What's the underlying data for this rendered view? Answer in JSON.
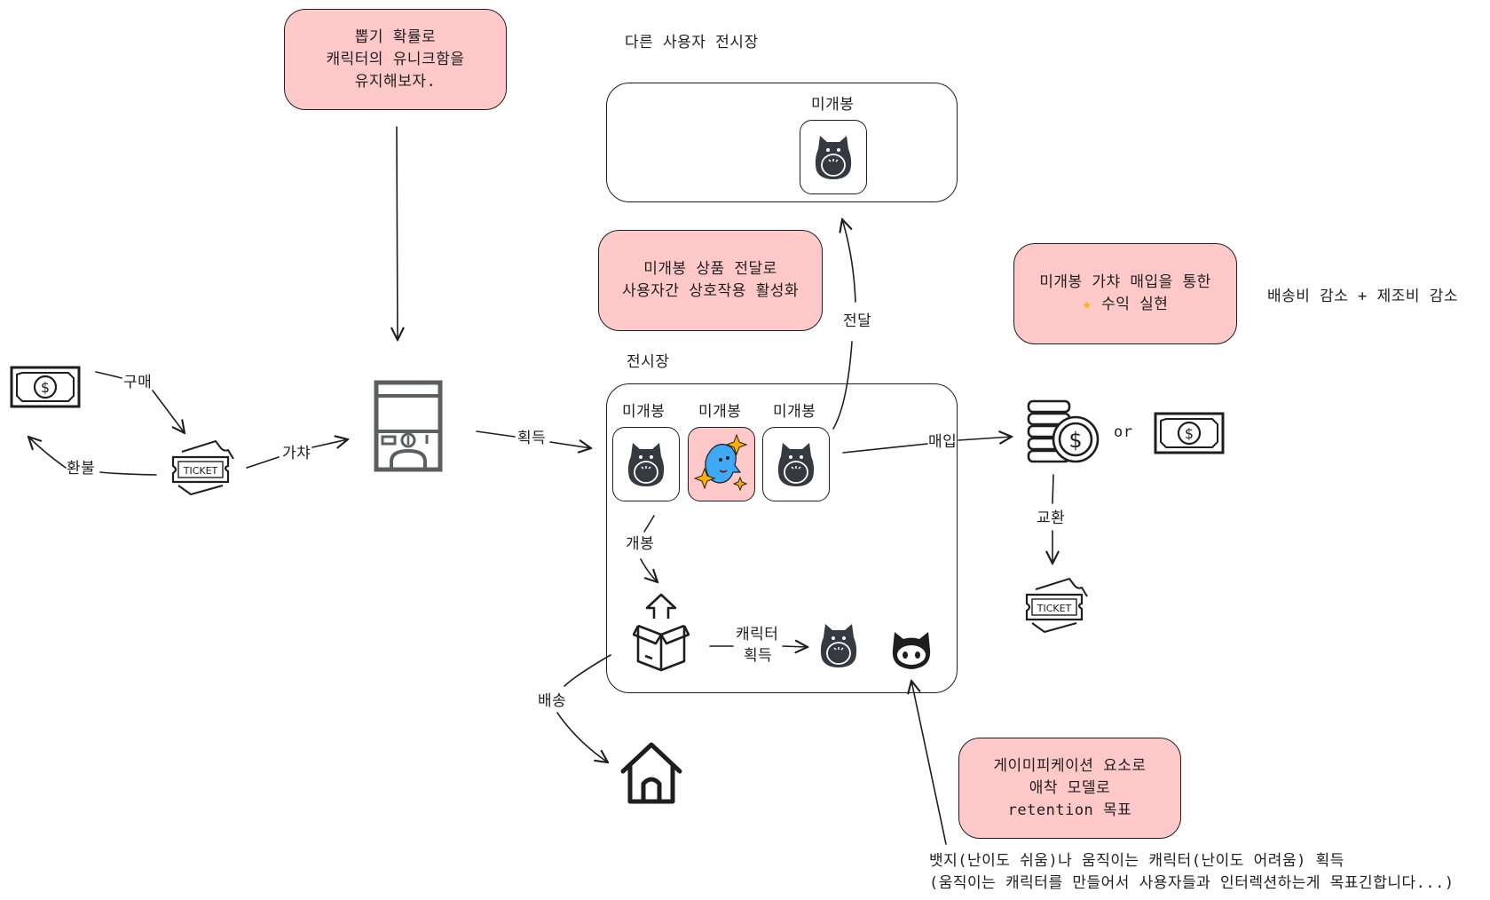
{
  "notes": {
    "gacha_probability": [
      "뽑기 확률로",
      "캐릭터의 유니크함을",
      "유지해보자."
    ],
    "unopened_transfer": [
      "미개봉 상품 전달로",
      "사용자간 상호작용 활성화"
    ],
    "revenue": [
      "미개봉 가챠 매입을 통한",
      "수익 실현"
    ],
    "gamification": [
      "게이미피케이션 요소로",
      "애착 모델로",
      "retention 목표"
    ]
  },
  "labels": {
    "other_user_showcase": "다른 사용자 전시장",
    "showcase": "전시장",
    "unopened": "미개봉",
    "buy": "구매",
    "refund": "환불",
    "gacha": "가챠",
    "acquire": "획득",
    "deliver": "전달",
    "purchase_back": "매입",
    "or": "or",
    "exchange": "교환",
    "open": "개봉",
    "character_acquire_1": "캐릭터",
    "character_acquire_2": "획득",
    "shipping": "배송",
    "cost_reduction": "배송비 감소 + 제조비 감소",
    "ticket": "TICKET",
    "badge_note_1": "뱃지(난이도 쉬움)나 움직이는 캐릭터(난이도 어려움) 획득",
    "badge_note_2": "(움직이는 캐릭터를 만들어서 사용자들과 인터렉션하는게 목표긴합니다...)"
  },
  "colors": {
    "note_fill": "#ffc9c9",
    "stroke": "#1e1e1e",
    "character": "#343a40",
    "star": "#f5b700"
  }
}
